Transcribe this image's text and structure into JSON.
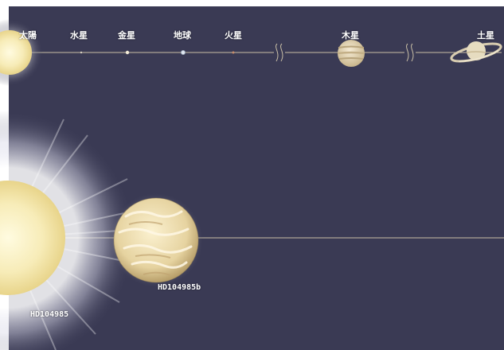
{
  "colors": {
    "background": "#3a3a54",
    "orbit_line": "#c9bfa6",
    "sun": "#f7ecb8",
    "planet_body": "#e6d7a8",
    "label": "#ffffff"
  },
  "solar_system": {
    "bodies": [
      {
        "id": "sun",
        "label": "太陽"
      },
      {
        "id": "mercury",
        "label": "水星"
      },
      {
        "id": "venus",
        "label": "金星"
      },
      {
        "id": "earth",
        "label": "地球"
      },
      {
        "id": "mars",
        "label": "火星"
      },
      {
        "id": "jupiter",
        "label": "木星"
      },
      {
        "id": "saturn",
        "label": "土星"
      }
    ],
    "scale_breaks": 2
  },
  "exoplanet_system": {
    "star_label": "HD104985",
    "planet_label": "HD104985b"
  }
}
